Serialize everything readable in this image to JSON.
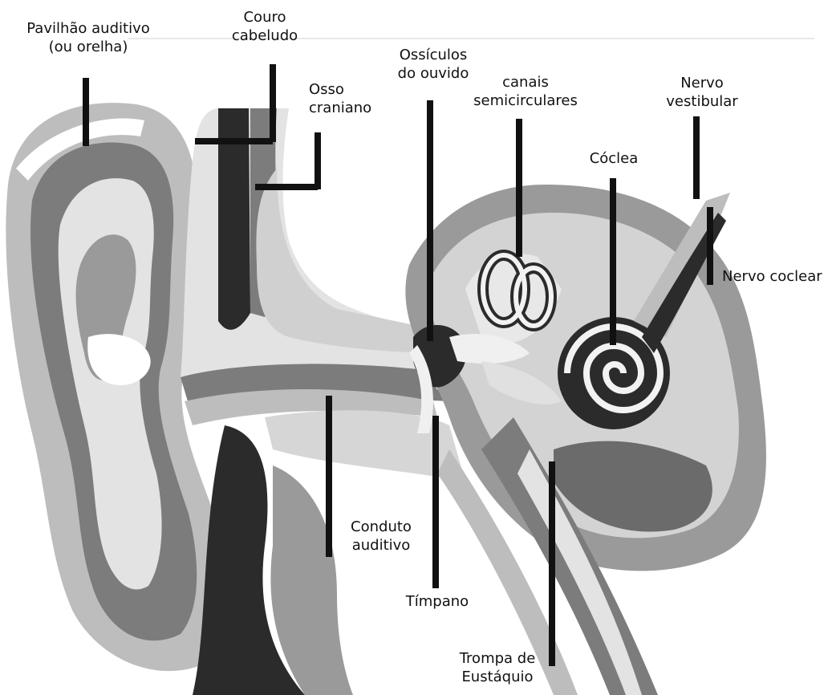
{
  "labels": {
    "pavilhao": {
      "line1": "Pavilhão auditivo",
      "line2": "(ou orelha)"
    },
    "couro": {
      "line1": "Couro",
      "line2": "cabeludo"
    },
    "osso": {
      "line1": "Osso",
      "line2": "craniano"
    },
    "ossiculos": {
      "line1": "Ossículos",
      "line2": "do ouvido"
    },
    "canais": {
      "line1": "canais",
      "line2": "semicirculares"
    },
    "nervo_vestibular": {
      "line1": "Nervo",
      "line2": "vestibular"
    },
    "coclea": "Cóclea",
    "nervo_coclear": "Nervo coclear",
    "conduto": {
      "line1": "Conduto",
      "line2": "auditivo"
    },
    "timpano": "Tímpano",
    "trompa": {
      "line1": "Trompa de",
      "line2": "Eustáquio"
    }
  },
  "colors": {
    "background": "#ffffff",
    "leader_line": "#111111",
    "tone_dark": "#2b2b2b",
    "tone_mid": "#7c7c7c",
    "tone_light": "#bdbdbd",
    "tone_pale": "#e3e3e3"
  }
}
